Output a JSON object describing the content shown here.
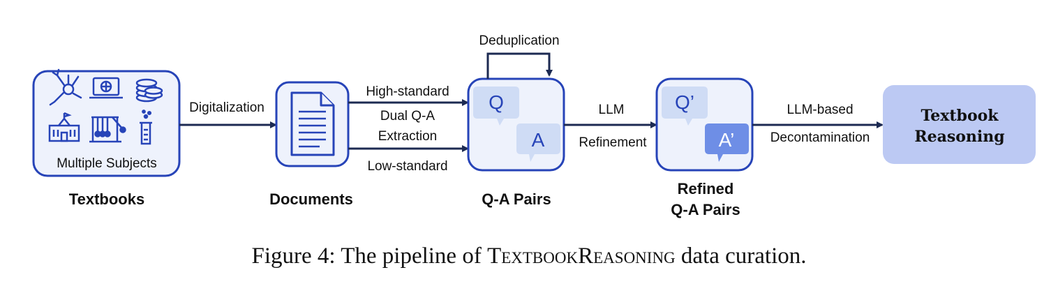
{
  "nodes": {
    "textbooks": {
      "inner_label": "Multiple Subjects",
      "label": "Textbooks",
      "icons": [
        "neuron-icon",
        "laptop-globe-icon",
        "coins-icon",
        "school-building-icon",
        "newtons-cradle-icon",
        "beaker-icon"
      ]
    },
    "documents": {
      "label": "Documents",
      "icon": "document-icon"
    },
    "qa_pairs": {
      "q": "Q",
      "a": "A",
      "label": "Q-A Pairs"
    },
    "refined": {
      "q": "Q’",
      "a": "A’",
      "label_line1": "Refined",
      "label_line2": "Q-A Pairs"
    },
    "final": {
      "line1": "Textbook",
      "line2": "Reasoning"
    }
  },
  "edges": {
    "digitalization": "Digitalization",
    "high_standard": "High-standard",
    "dual_line1": "Dual Q-A",
    "dual_line2": "Extraction",
    "low_standard": "Low-standard",
    "deduplication": "Deduplication",
    "llm": "LLM",
    "refinement": "Refinement",
    "llm_based": "LLM-based",
    "decontamination": "Decontamination"
  },
  "caption": {
    "prefix": "Figure 4: The pipeline of ",
    "name_part1": "Textbook",
    "name_part2": "Reasoning",
    "suffix": " data curation."
  },
  "colors": {
    "stroke": "#2744b8",
    "box_fill": "#eef2fc",
    "bubble_light": "#cfdcf5",
    "bubble_dark": "#6e8ee6",
    "final_fill": "#bcc9f3",
    "arrow": "#1c2a52"
  }
}
